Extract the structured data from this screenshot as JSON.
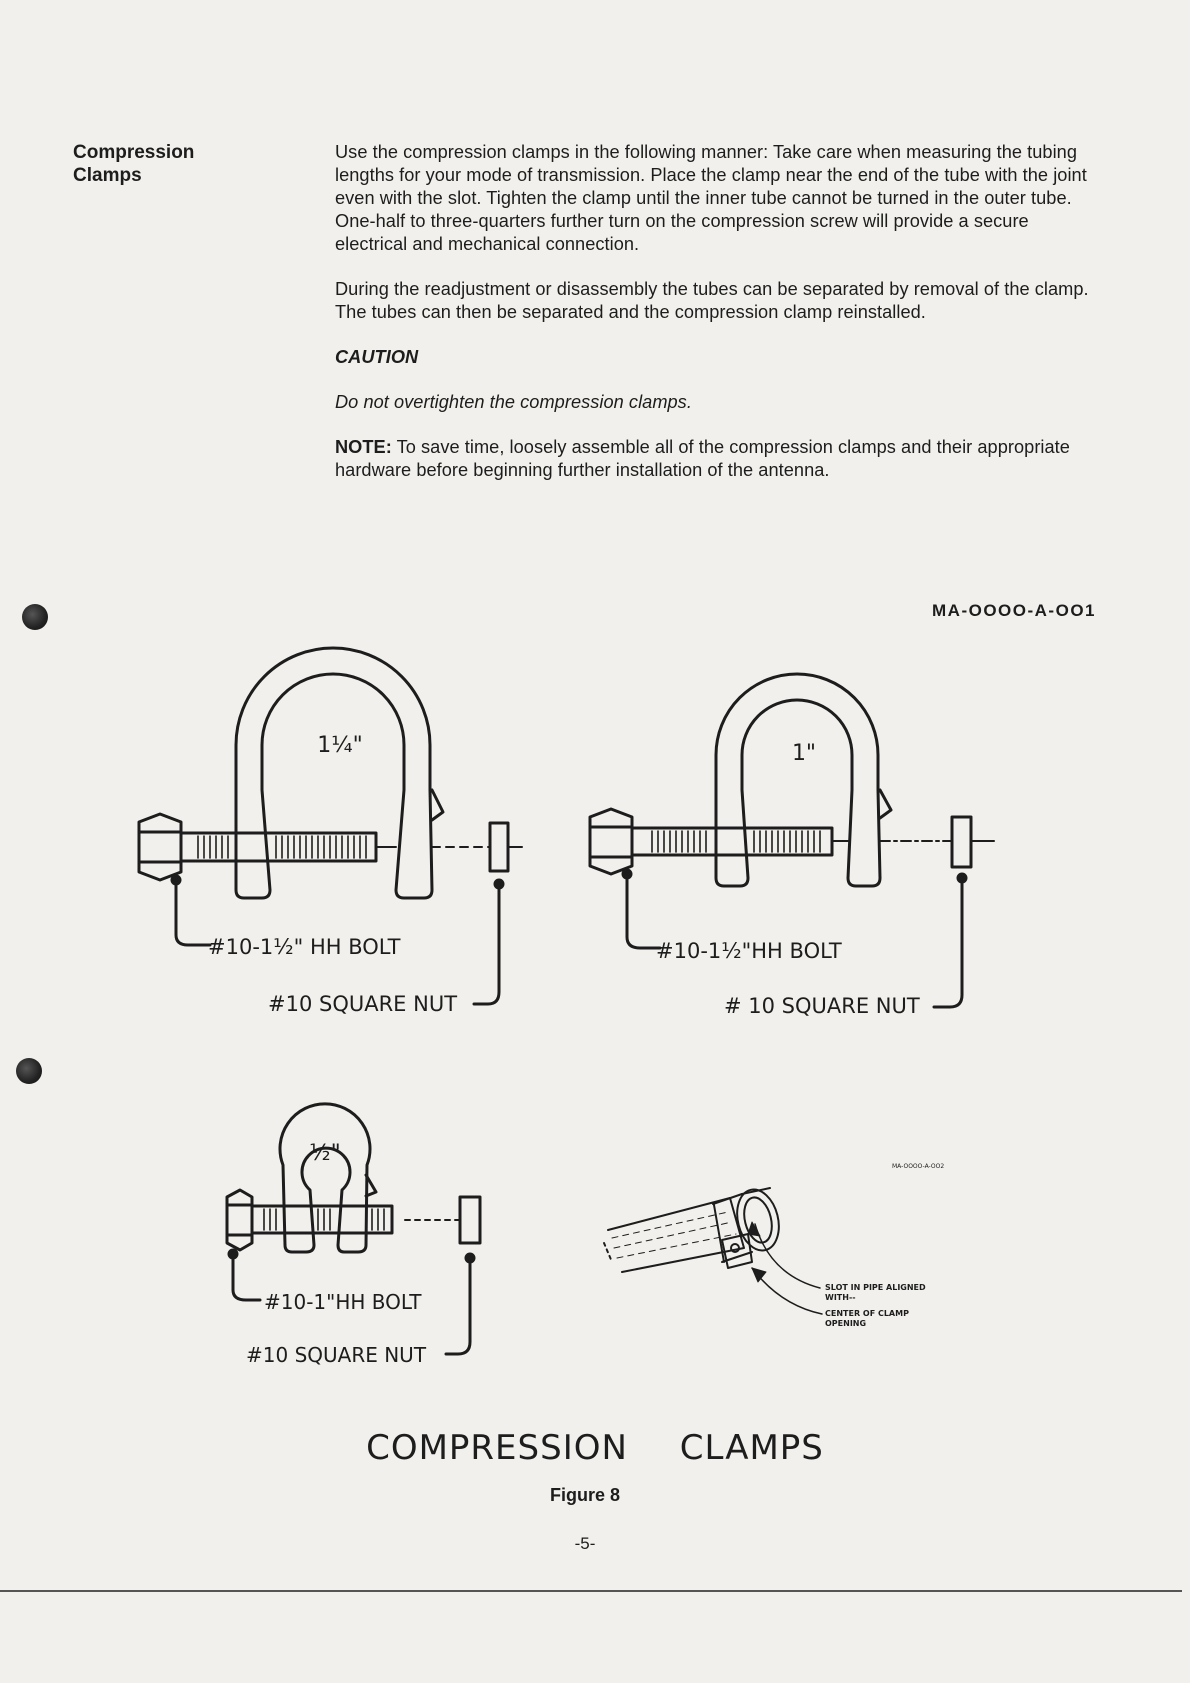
{
  "side_heading": "Compression\nClamps",
  "paragraphs": {
    "p1": "Use the compression clamps in the following manner: Take care when measuring the tubing lengths for your mode of transmission. Place the clamp near the end of the tube with the joint even with the slot. Tighten the clamp until the inner tube cannot be turned in the outer tube. One-half to three-quarters further turn on the compression screw will provide a secure electrical and mechanical connection.",
    "p2": "During the readjustment or disassembly the tubes can be separated by removal of the clamp. The tubes can then be separated and the compression clamp reinstalled."
  },
  "caution": {
    "title": "CAUTION",
    "text": "Do not overtighten the compression clamps."
  },
  "note": {
    "label": "NOTE:",
    "text": "To save time, loosely assemble all of the compression clamps and their appropriate hardware before beginning further installation of the antenna."
  },
  "figure": {
    "drawing_code": "MA-OOOO-A-OO1",
    "small_drawing_code": "MA-OOOO-A-OO2",
    "clamp_large": {
      "size": "1¼\"",
      "bolt": "#10-1½\" HH BOLT",
      "nut": "#10 SQUARE NUT"
    },
    "clamp_medium": {
      "size": "1\"",
      "bolt": "#10-1½\"HH BOLT",
      "nut": "# 10 SQUARE NUT"
    },
    "clamp_small": {
      "size": "½\"",
      "bolt": "#10-1\"HH BOLT",
      "nut": "#10 SQUARE NUT"
    },
    "pipe_detail": {
      "label1": "SLOT IN PIPE ALIGNED",
      "label1b": "WITH--",
      "label2": "CENTER OF CLAMP",
      "label2b": "OPENING"
    },
    "title": "COMPRESSION CLAMPS",
    "caption": "Figure 8"
  },
  "page_number": "-5-"
}
